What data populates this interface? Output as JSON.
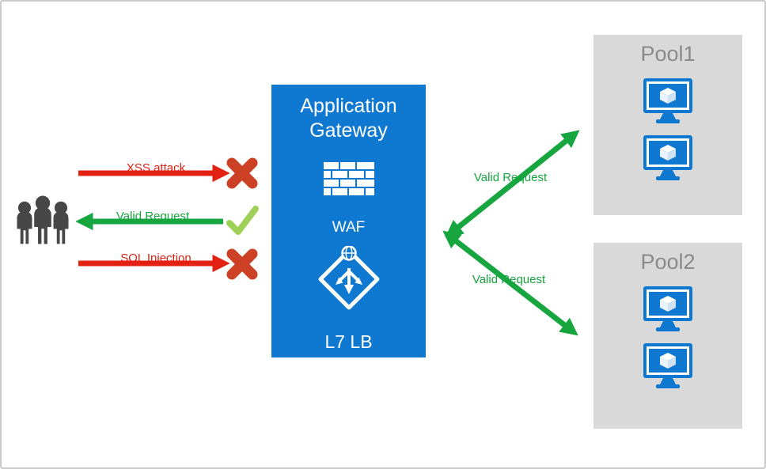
{
  "colors": {
    "azure_blue": "#0f78d1",
    "pool_gray": "#d9d9d9",
    "pool_title_gray": "#8a8a8a",
    "arrow_red": "#e32112",
    "arrow_green": "#16a53f",
    "check_green": "#9ed058",
    "block_x_red": "#cc4125",
    "users_gray": "#474747"
  },
  "gateway": {
    "title": "Application Gateway",
    "waf_label": "WAF",
    "lb_label": "L7 LB"
  },
  "left_flows": [
    {
      "label": "XSS attack",
      "direction": "to-gateway",
      "result": "blocked"
    },
    {
      "label": "Valid Request",
      "direction": "to-users",
      "result": "allowed"
    },
    {
      "label": "SQL Injection",
      "direction": "to-gateway",
      "result": "blocked"
    }
  ],
  "right_flows": [
    {
      "label": "Valid Request",
      "target": "Pool1"
    },
    {
      "label": "Valid Request",
      "target": "Pool2"
    }
  ],
  "pools": [
    {
      "title": "Pool1",
      "vm_count": 2
    },
    {
      "title": "Pool2",
      "vm_count": 2
    }
  ]
}
